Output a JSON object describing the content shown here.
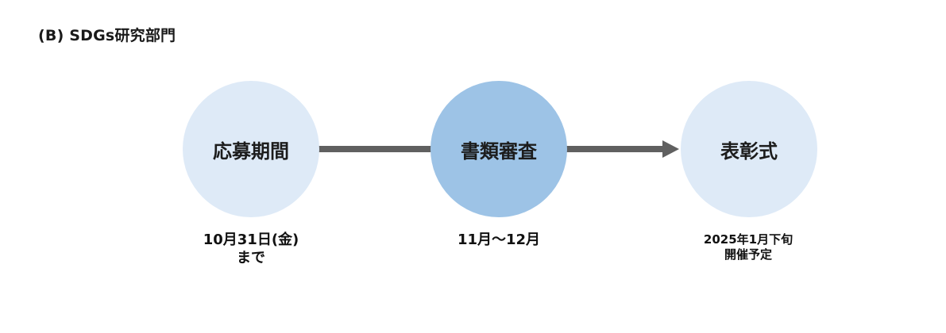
{
  "title": "(B) SDGs研究部門",
  "steps": [
    {
      "label": "応募期間",
      "date_lines": [
        "10月31日(金)",
        "まで"
      ],
      "color": "#deeaf7"
    },
    {
      "label": "書類審査",
      "date_lines": [
        "11月～12月"
      ],
      "color": "#9dc3e6"
    },
    {
      "label": "表彰式",
      "date_lines": [
        "2025年1月下旬",
        "開催予定"
      ],
      "color": "#deeaf7"
    }
  ],
  "connector_color": "#606060"
}
